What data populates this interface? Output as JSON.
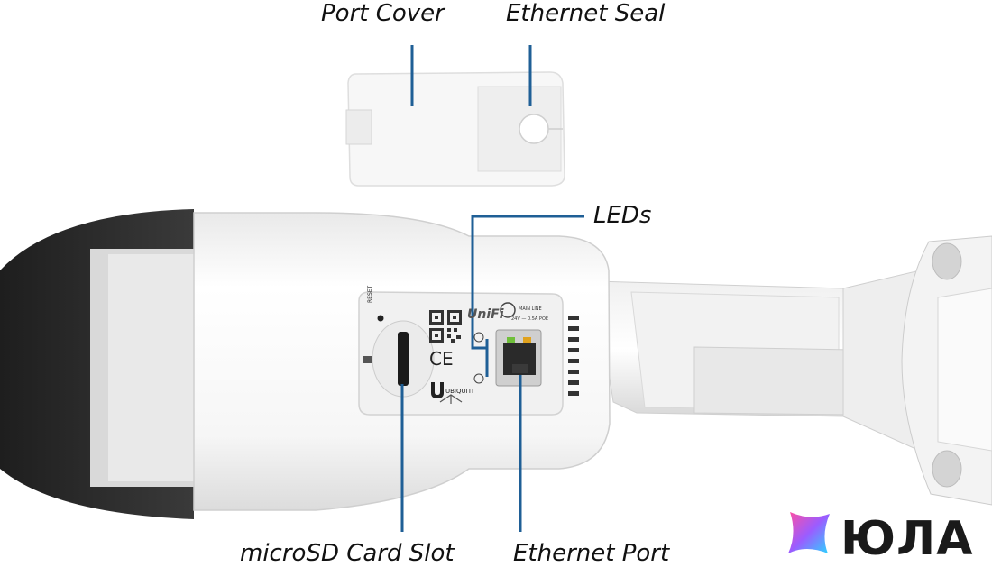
{
  "labels": {
    "port_cover": "Port Cover",
    "ethernet_seal": "Ethernet Seal",
    "leds": "LEDs",
    "microsd": "microSD Card Slot",
    "ethernet_port": "Ethernet Port"
  },
  "device_marks": {
    "reset": "RESET",
    "unifi": "UniFi",
    "ubiquiti": "UBIQUITI",
    "ce": "CE",
    "rating": "24V — 0.5A POE",
    "model": "MAIN LINE"
  },
  "watermark": {
    "logo_text": "ЮЛА"
  },
  "colors": {
    "callout_line": "#1f5f96",
    "dark_hood": "#2b2b2b",
    "body_white": "#f4f4f4",
    "logo_gradient_start": "#ff4fa3",
    "logo_gradient_end": "#2ad6ff"
  }
}
